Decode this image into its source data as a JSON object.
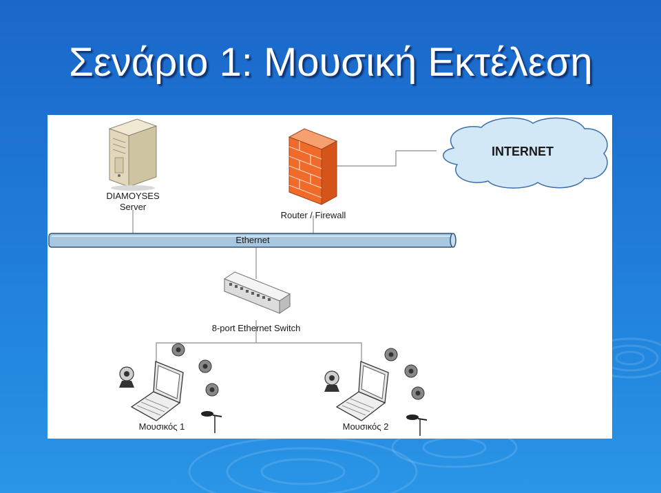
{
  "slide": {
    "title": "Σενάριο 1: Μουσική Εκτέλεση"
  },
  "diagram": {
    "internet_label": "INTERNET",
    "server_label_line1": "DIAMOYSES",
    "server_label_line2": "Server",
    "router_label": "Router / Firewall",
    "ethernet_label": "Ethernet",
    "switch_label": "8-port Ethernet Switch",
    "musician1_label": "Μουσικός 1",
    "musician2_label": "Μουσικός 2"
  },
  "colors": {
    "background": "#1f78d6",
    "cloud_fill": "#d3e8f7",
    "firewall": "#f06a2a",
    "ethernet_bus": "#a9c6df"
  }
}
